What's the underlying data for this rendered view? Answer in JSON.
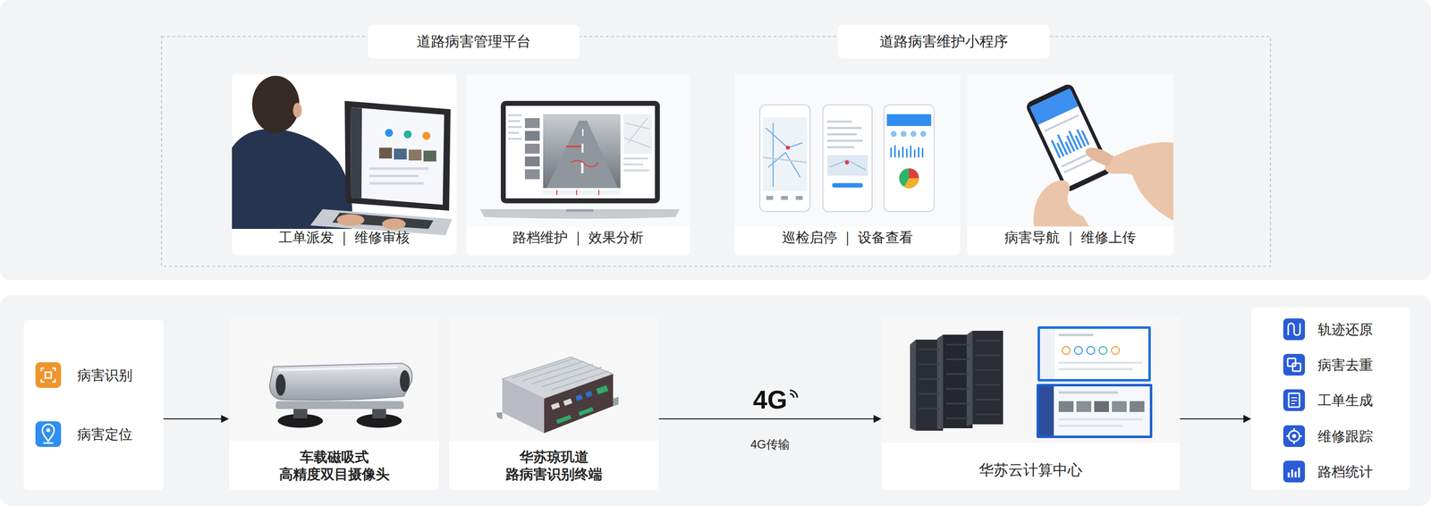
{
  "diagram": {
    "nodes": [
      {
        "text": [
          "道路病害管理平台"
        ]
      },
      {
        "text": [
          "道路病害维护小程序"
        ]
      },
      {
        "text": [
          "工单派发 ｜ 维修审核"
        ]
      },
      {
        "text": [
          "路档维护 ｜ 效果分析"
        ]
      },
      {
        "text": [
          "巡检启停 ｜ 设备查看"
        ]
      },
      {
        "text": [
          "病害导航 ｜ 维修上传"
        ]
      },
      {
        "text": [
          "病害识别",
          "病害定位"
        ]
      },
      {
        "text": [
          "车载磁吸式 高精度双目摄像头"
        ]
      },
      {
        "text": [
          "华苏琼玑道 路病害识别终端"
        ]
      },
      {
        "text": [
          "华苏云计算中心"
        ]
      },
      {
        "text": [
          "轨迹还原",
          "病害去重",
          "工单生成",
          "维修跟踪",
          "路档统计"
        ]
      }
    ],
    "edges": [
      {
        "from": 6,
        "to": 7,
        "arrow": "to"
      },
      {
        "from": 8,
        "to": 9,
        "label": "4G传输",
        "arrow": "to"
      },
      {
        "from": 9,
        "to": 10,
        "arrow": "to"
      }
    ],
    "labels": [
      "4G"
    ]
  }
}
